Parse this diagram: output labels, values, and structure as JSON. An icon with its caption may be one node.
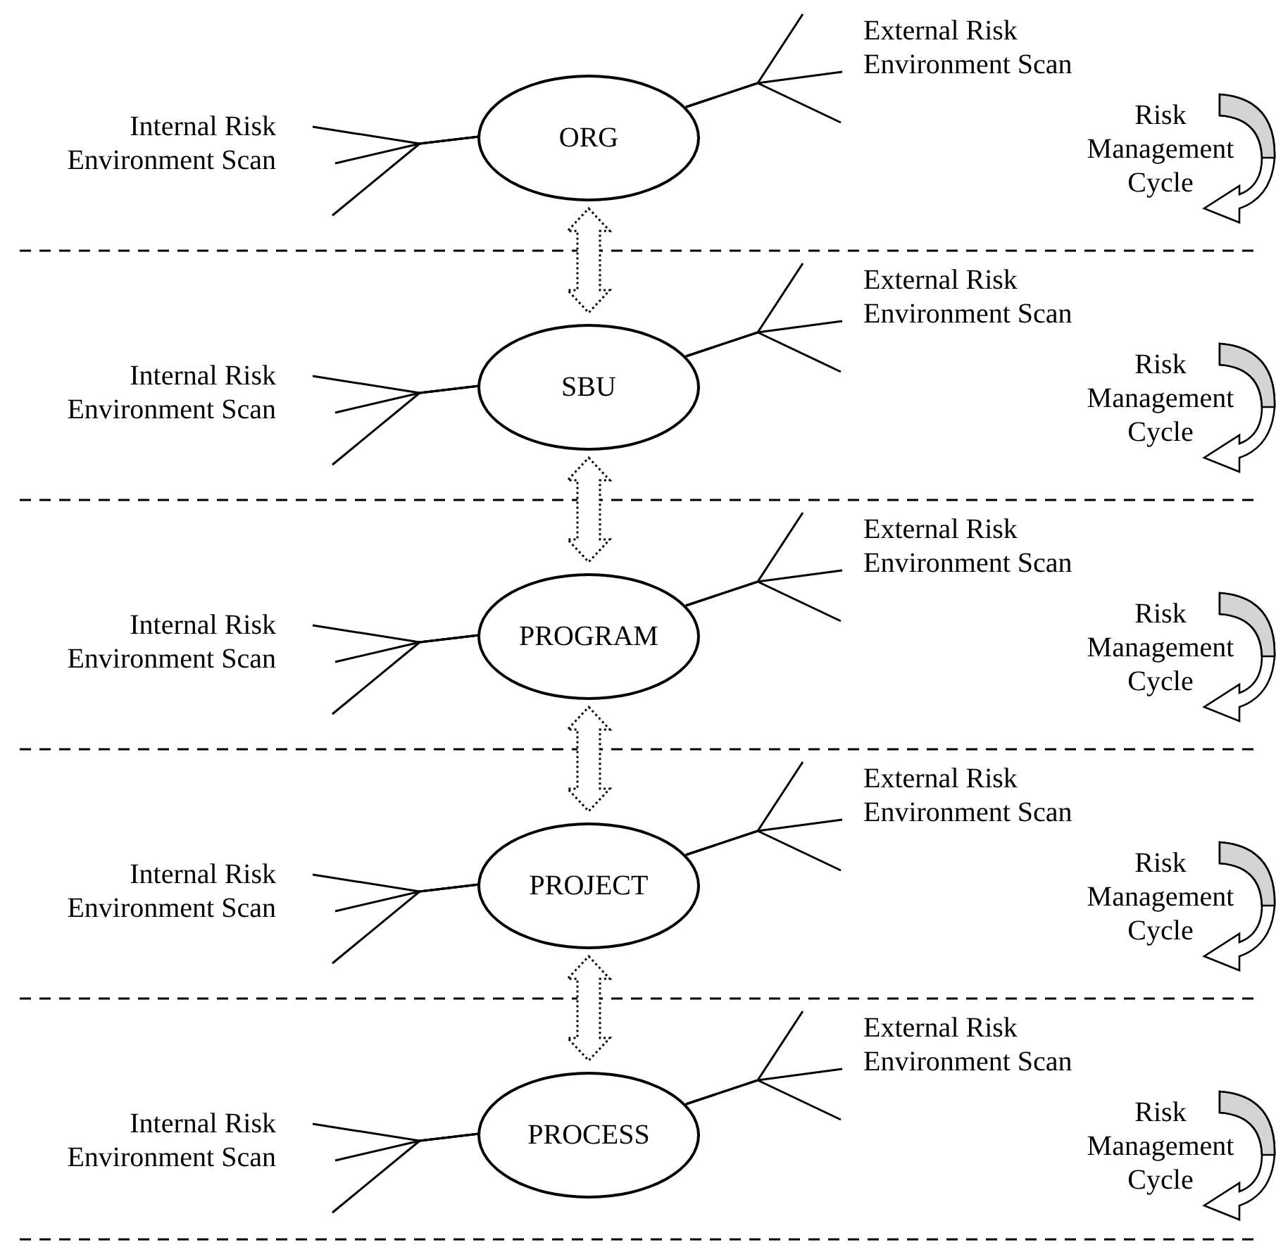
{
  "diagram": {
    "nodes": [
      {
        "text": [
          "ORG"
        ]
      },
      {
        "text": [
          "SBU"
        ]
      },
      {
        "text": [
          "PROGRAM"
        ]
      },
      {
        "text": [
          "PROJECT"
        ]
      },
      {
        "text": [
          "PROCESS"
        ]
      }
    ],
    "edges": [
      {
        "from": null,
        "to": 0,
        "arrow": "none"
      },
      {
        "from": null,
        "to": 0,
        "arrow": "none"
      },
      {
        "from": null,
        "to": 0,
        "arrow": "none"
      },
      {
        "from": 0,
        "to": null,
        "arrow": "none"
      },
      {
        "from": 0,
        "to": null,
        "arrow": "none"
      },
      {
        "from": 0,
        "to": null,
        "arrow": "none"
      },
      {
        "from": 0,
        "to": 1,
        "arrow": "both",
        "style": "dashed"
      },
      {
        "from": null,
        "to": 1,
        "arrow": "none"
      },
      {
        "from": null,
        "to": 1,
        "arrow": "none"
      },
      {
        "from": null,
        "to": 1,
        "arrow": "none"
      },
      {
        "from": 1,
        "to": null,
        "arrow": "none"
      },
      {
        "from": 1,
        "to": null,
        "arrow": "none"
      },
      {
        "from": 1,
        "to": null,
        "arrow": "none"
      },
      {
        "from": 1,
        "to": 2,
        "arrow": "both",
        "style": "dashed"
      },
      {
        "from": null,
        "to": 2,
        "arrow": "none"
      },
      {
        "from": null,
        "to": 2,
        "arrow": "none"
      },
      {
        "from": null,
        "to": 2,
        "arrow": "none"
      },
      {
        "from": 2,
        "to": null,
        "arrow": "none"
      },
      {
        "from": 2,
        "to": null,
        "arrow": "none"
      },
      {
        "from": 2,
        "to": null,
        "arrow": "none"
      },
      {
        "from": 2,
        "to": 3,
        "arrow": "both",
        "style": "dashed"
      },
      {
        "from": null,
        "to": 3,
        "arrow": "none"
      },
      {
        "from": null,
        "to": 3,
        "arrow": "none"
      },
      {
        "from": null,
        "to": 3,
        "arrow": "none"
      },
      {
        "from": 3,
        "to": null,
        "arrow": "none"
      },
      {
        "from": 3,
        "to": null,
        "arrow": "none"
      },
      {
        "from": 3,
        "to": null,
        "arrow": "none"
      },
      {
        "from": 3,
        "to": 4,
        "arrow": "both",
        "style": "dashed"
      },
      {
        "from": null,
        "to": 4,
        "arrow": "none"
      },
      {
        "from": null,
        "to": 4,
        "arrow": "none"
      },
      {
        "from": null,
        "to": 4,
        "arrow": "none"
      },
      {
        "from": 4,
        "to": null,
        "arrow": "none"
      },
      {
        "from": 4,
        "to": null,
        "arrow": "none"
      },
      {
        "from": 4,
        "to": null,
        "arrow": "none"
      }
    ],
    "labels": [
      "External Risk Environment Scan",
      "Internal Risk Environment Scan",
      "Risk Management Cycle",
      "External Risk Environment Scan",
      "Internal Risk Environment Scan",
      "Risk Management Cycle",
      "External Risk Environment Scan",
      "Internal Risk Environment Scan",
      "Risk Management Cycle",
      "External Risk Environment Scan",
      "Internal Risk Environment Scan",
      "Risk Management Cycle",
      "External Risk Environment Scan",
      "Internal Risk Environment Scan",
      "Risk Management Cycle"
    ]
  }
}
